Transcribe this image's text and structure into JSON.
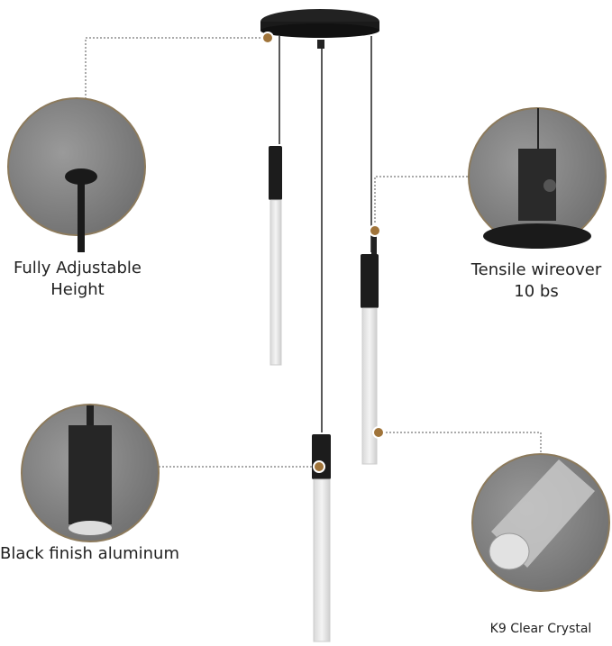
{
  "captions": {
    "adjustable_height": "Fully Adjustable Height",
    "tensile_wire": "Tensile wireover 10 bs",
    "black_finish": "Black finish aluminum",
    "k9_crystal": "K9 Clear Crystal"
  },
  "colors": {
    "accent_dot": "#a0743a",
    "fixture_black": "#1c1c1c",
    "circle_bg": "#8a8a8a",
    "circle_border": "#8c7a5c"
  }
}
